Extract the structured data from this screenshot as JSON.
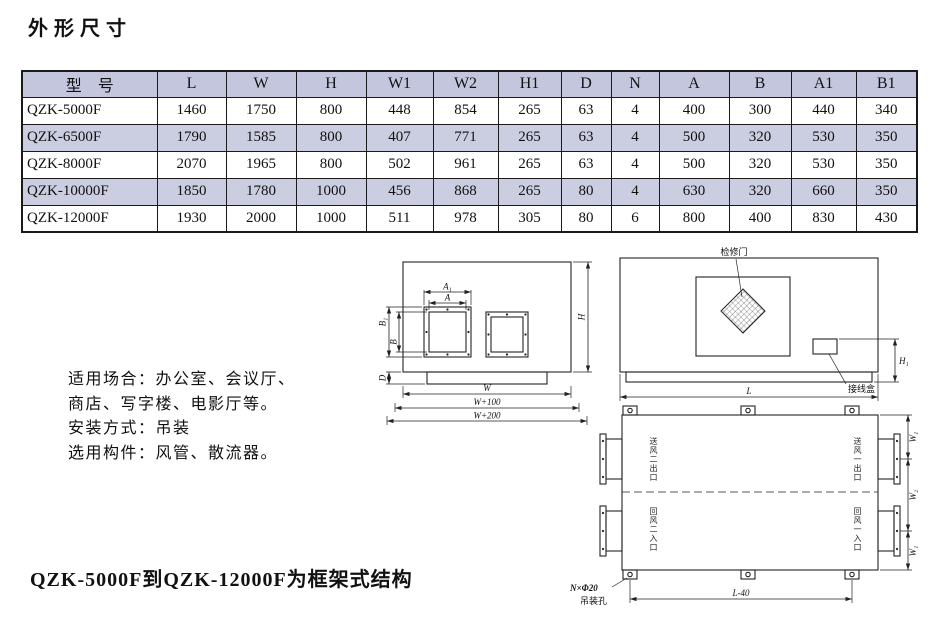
{
  "page": {
    "title": "外形尺寸",
    "footer_note": "QZK-5000F到QZK-12000F为框架式结构"
  },
  "colors": {
    "header_bg": "#c4c6de",
    "stripe_bg": "#cbcde0",
    "line": "#1a1a1a"
  },
  "table": {
    "headers": [
      "型　号",
      "L",
      "W",
      "H",
      "W1",
      "W2",
      "H1",
      "D",
      "N",
      "A",
      "B",
      "A1",
      "B1"
    ],
    "rows": [
      [
        "QZK-5000F",
        "1460",
        "1750",
        "800",
        "448",
        "854",
        "265",
        "63",
        "4",
        "400",
        "300",
        "440",
        "340"
      ],
      [
        "QZK-6500F",
        "1790",
        "1585",
        "800",
        "407",
        "771",
        "265",
        "63",
        "4",
        "500",
        "320",
        "530",
        "350"
      ],
      [
        "QZK-8000F",
        "2070",
        "1965",
        "800",
        "502",
        "961",
        "265",
        "63",
        "4",
        "500",
        "320",
        "530",
        "350"
      ],
      [
        "QZK-10000F",
        "1850",
        "1780",
        "1000",
        "456",
        "868",
        "265",
        "80",
        "4",
        "630",
        "320",
        "660",
        "350"
      ],
      [
        "QZK-12000F",
        "1930",
        "2000",
        "1000",
        "511",
        "978",
        "305",
        "80",
        "6",
        "800",
        "400",
        "830",
        "430"
      ]
    ]
  },
  "notes": {
    "lines": [
      "适用场合：办公室、会议厅、",
      "商店、写字楼、电影厅等。",
      "安装方式：吊装",
      "选用构件：风管、散流器。"
    ]
  },
  "drawings": {
    "front_view": {
      "dim_a1": "A₁",
      "dim_a": "A",
      "dim_b1": "B₁",
      "dim_b": "B",
      "dim_d": "D",
      "dim_h": "H",
      "dim_w": "W",
      "dim_w100": "W+100",
      "dim_w200": "W+200"
    },
    "side_view": {
      "inspection_door": "检修门",
      "junction_box": "接线盒",
      "dim_l": "L",
      "dim_h1": "H₁"
    },
    "top_view": {
      "port_top_left": "送风二出口",
      "port_top_right": "送风一出口",
      "port_bottom_left": "回风二入口",
      "port_bottom_right": "回风一入口",
      "dim_w1_top": "W₁",
      "dim_w2": "W₂",
      "dim_w1_bottom": "W₁",
      "dim_l40": "L-40",
      "holes_label": "N×Φ20",
      "holes_label2": "吊装孔"
    }
  }
}
